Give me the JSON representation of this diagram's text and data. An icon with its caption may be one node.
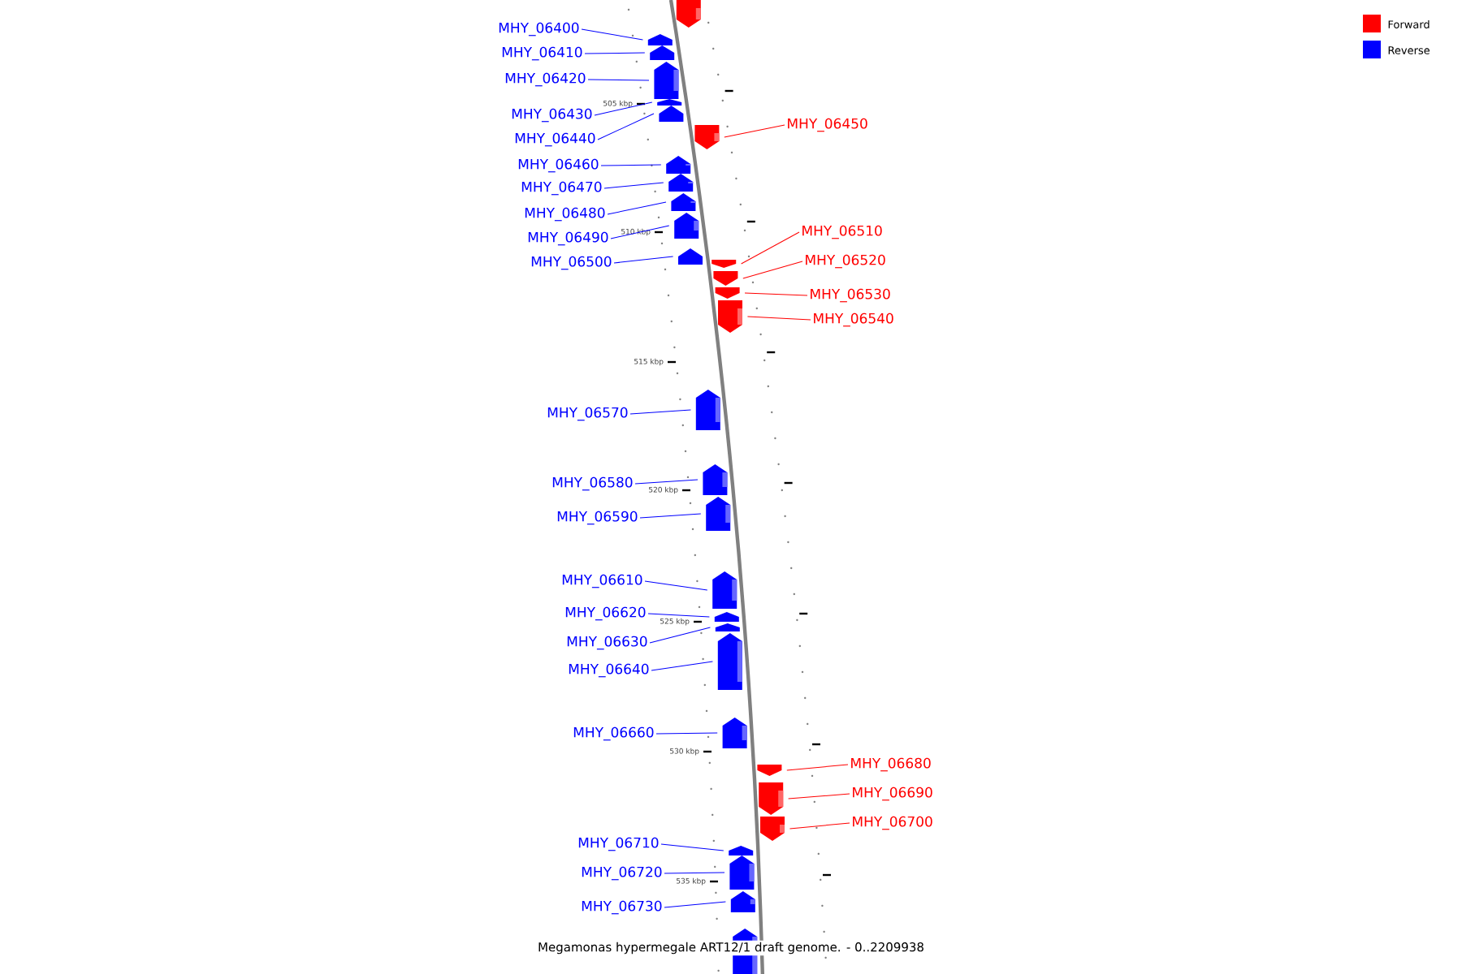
{
  "diagram": {
    "caption": "Megamonas hypermegale ART12/1 draft genome. - 0..2209938",
    "nodes": [
      {
        "text": [],
        "shape": "arrow"
      },
      {
        "text": [
          "MHY_06400"
        ]
      },
      {
        "text": [],
        "shape": "arrow"
      },
      {
        "text": [
          "MHY_06410"
        ]
      },
      {
        "text": [],
        "shape": "arrow"
      },
      {
        "text": [
          "MHY_06420"
        ]
      },
      {
        "text": [],
        "shape": "arrow"
      },
      {
        "text": [
          "MHY_06430"
        ]
      },
      {
        "text": [],
        "shape": "arrow"
      },
      {
        "text": [
          "MHY_06440"
        ]
      },
      {
        "text": [],
        "shape": "arrow"
      },
      {
        "text": [
          "MHY_06450"
        ]
      },
      {
        "text": [],
        "shape": "arrow"
      },
      {
        "text": [
          "MHY_06460"
        ]
      },
      {
        "text": [],
        "shape": "arrow"
      },
      {
        "text": [
          "MHY_06470"
        ]
      },
      {
        "text": [],
        "shape": "arrow"
      },
      {
        "text": [
          "MHY_06480"
        ]
      },
      {
        "text": [],
        "shape": "arrow"
      },
      {
        "text": [
          "MHY_06490"
        ]
      },
      {
        "text": [],
        "shape": "arrow"
      },
      {
        "text": [
          "MHY_06500"
        ]
      },
      {
        "text": [],
        "shape": "arrow"
      },
      {
        "text": [
          "MHY_06510"
        ]
      },
      {
        "text": [],
        "shape": "arrow"
      },
      {
        "text": [
          "MHY_06520"
        ]
      },
      {
        "text": [],
        "shape": "arrow"
      },
      {
        "text": [
          "MHY_06530"
        ]
      },
      {
        "text": [],
        "shape": "arrow"
      },
      {
        "text": [
          "MHY_06540"
        ]
      },
      {
        "text": [],
        "shape": "arrow"
      },
      {
        "text": [
          "MHY_06570"
        ]
      },
      {
        "text": [],
        "shape": "arrow"
      },
      {
        "text": [
          "MHY_06580"
        ]
      },
      {
        "text": [],
        "shape": "arrow"
      },
      {
        "text": [
          "MHY_06590"
        ]
      },
      {
        "text": [],
        "shape": "arrow"
      },
      {
        "text": [
          "MHY_06610"
        ]
      },
      {
        "text": [],
        "shape": "arrow"
      },
      {
        "text": [
          "MHY_06620"
        ]
      },
      {
        "text": [],
        "shape": "arrow"
      },
      {
        "text": [
          "MHY_06630"
        ]
      },
      {
        "text": [],
        "shape": "arrow"
      },
      {
        "text": [
          "MHY_06640"
        ]
      },
      {
        "text": [],
        "shape": "arrow"
      },
      {
        "text": [
          "MHY_06660"
        ]
      },
      {
        "text": [],
        "shape": "arrow"
      },
      {
        "text": [
          "MHY_06680"
        ]
      },
      {
        "text": [],
        "shape": "arrow"
      },
      {
        "text": [
          "MHY_06690"
        ]
      },
      {
        "text": [],
        "shape": "arrow"
      },
      {
        "text": [
          "MHY_06700"
        ]
      },
      {
        "text": [],
        "shape": "arrow"
      },
      {
        "text": [
          "MHY_06710"
        ]
      },
      {
        "text": [],
        "shape": "arrow"
      },
      {
        "text": [
          "MHY_06720"
        ]
      },
      {
        "text": [],
        "shape": "arrow"
      },
      {
        "text": [
          "MHY_06730"
        ]
      },
      {
        "text": [],
        "shape": "arrow"
      },
      {
        "text": [],
        "shape": "arrow"
      }
    ],
    "edges": [
      {
        "from": 1,
        "to": 2,
        "arrow": "none"
      },
      {
        "from": 3,
        "to": 4,
        "arrow": "none"
      },
      {
        "from": 5,
        "to": 6,
        "arrow": "none"
      },
      {
        "from": 7,
        "to": 8,
        "arrow": "none"
      },
      {
        "from": 9,
        "to": 10,
        "arrow": "none"
      },
      {
        "from": 11,
        "to": 12,
        "arrow": "none",
        "color": "#ff0000"
      },
      {
        "from": 13,
        "to": 14,
        "arrow": "none"
      },
      {
        "from": 15,
        "to": 16,
        "arrow": "none"
      },
      {
        "from": 17,
        "to": 18,
        "arrow": "none"
      },
      {
        "from": 19,
        "to": 20,
        "arrow": "none"
      },
      {
        "from": 21,
        "to": 22,
        "arrow": "none"
      },
      {
        "from": 23,
        "to": 24,
        "arrow": "none",
        "color": "#ff0000"
      },
      {
        "from": 25,
        "to": 26,
        "arrow": "none",
        "color": "#ff0000"
      },
      {
        "from": 27,
        "to": 28,
        "arrow": "none",
        "color": "#ff0000"
      },
      {
        "from": 29,
        "to": 30,
        "arrow": "none",
        "color": "#ff0000"
      },
      {
        "from": 31,
        "to": 32,
        "arrow": "none"
      },
      {
        "from": 33,
        "to": 34,
        "arrow": "none"
      },
      {
        "from": 35,
        "to": 36,
        "arrow": "none"
      },
      {
        "from": 37,
        "to": 38,
        "arrow": "none"
      },
      {
        "from": 39,
        "to": 40,
        "arrow": "none"
      },
      {
        "from": 41,
        "to": 42,
        "arrow": "none"
      },
      {
        "from": 43,
        "to": 44,
        "arrow": "none"
      },
      {
        "from": 45,
        "to": 46,
        "arrow": "none"
      },
      {
        "from": 47,
        "to": 48,
        "arrow": "none",
        "color": "#ff0000"
      },
      {
        "from": 49,
        "to": 50,
        "arrow": "none",
        "color": "#ff0000"
      },
      {
        "from": 51,
        "to": 52,
        "arrow": "none",
        "color": "#ff0000"
      },
      {
        "from": 53,
        "to": 54,
        "arrow": "none"
      },
      {
        "from": 55,
        "to": 56,
        "arrow": "none"
      },
      {
        "from": 57,
        "to": 58,
        "arrow": "none"
      }
    ],
    "labels": [
      "505 kbp",
      "510 kbp",
      "515 kbp",
      "520 kbp",
      "525 kbp",
      "530 kbp",
      "535 kbp"
    ],
    "legend": [
      {
        "text": "Forward",
        "color": "#ff0000"
      },
      {
        "text": "Reverse",
        "color": "#0000ff"
      }
    ]
  }
}
